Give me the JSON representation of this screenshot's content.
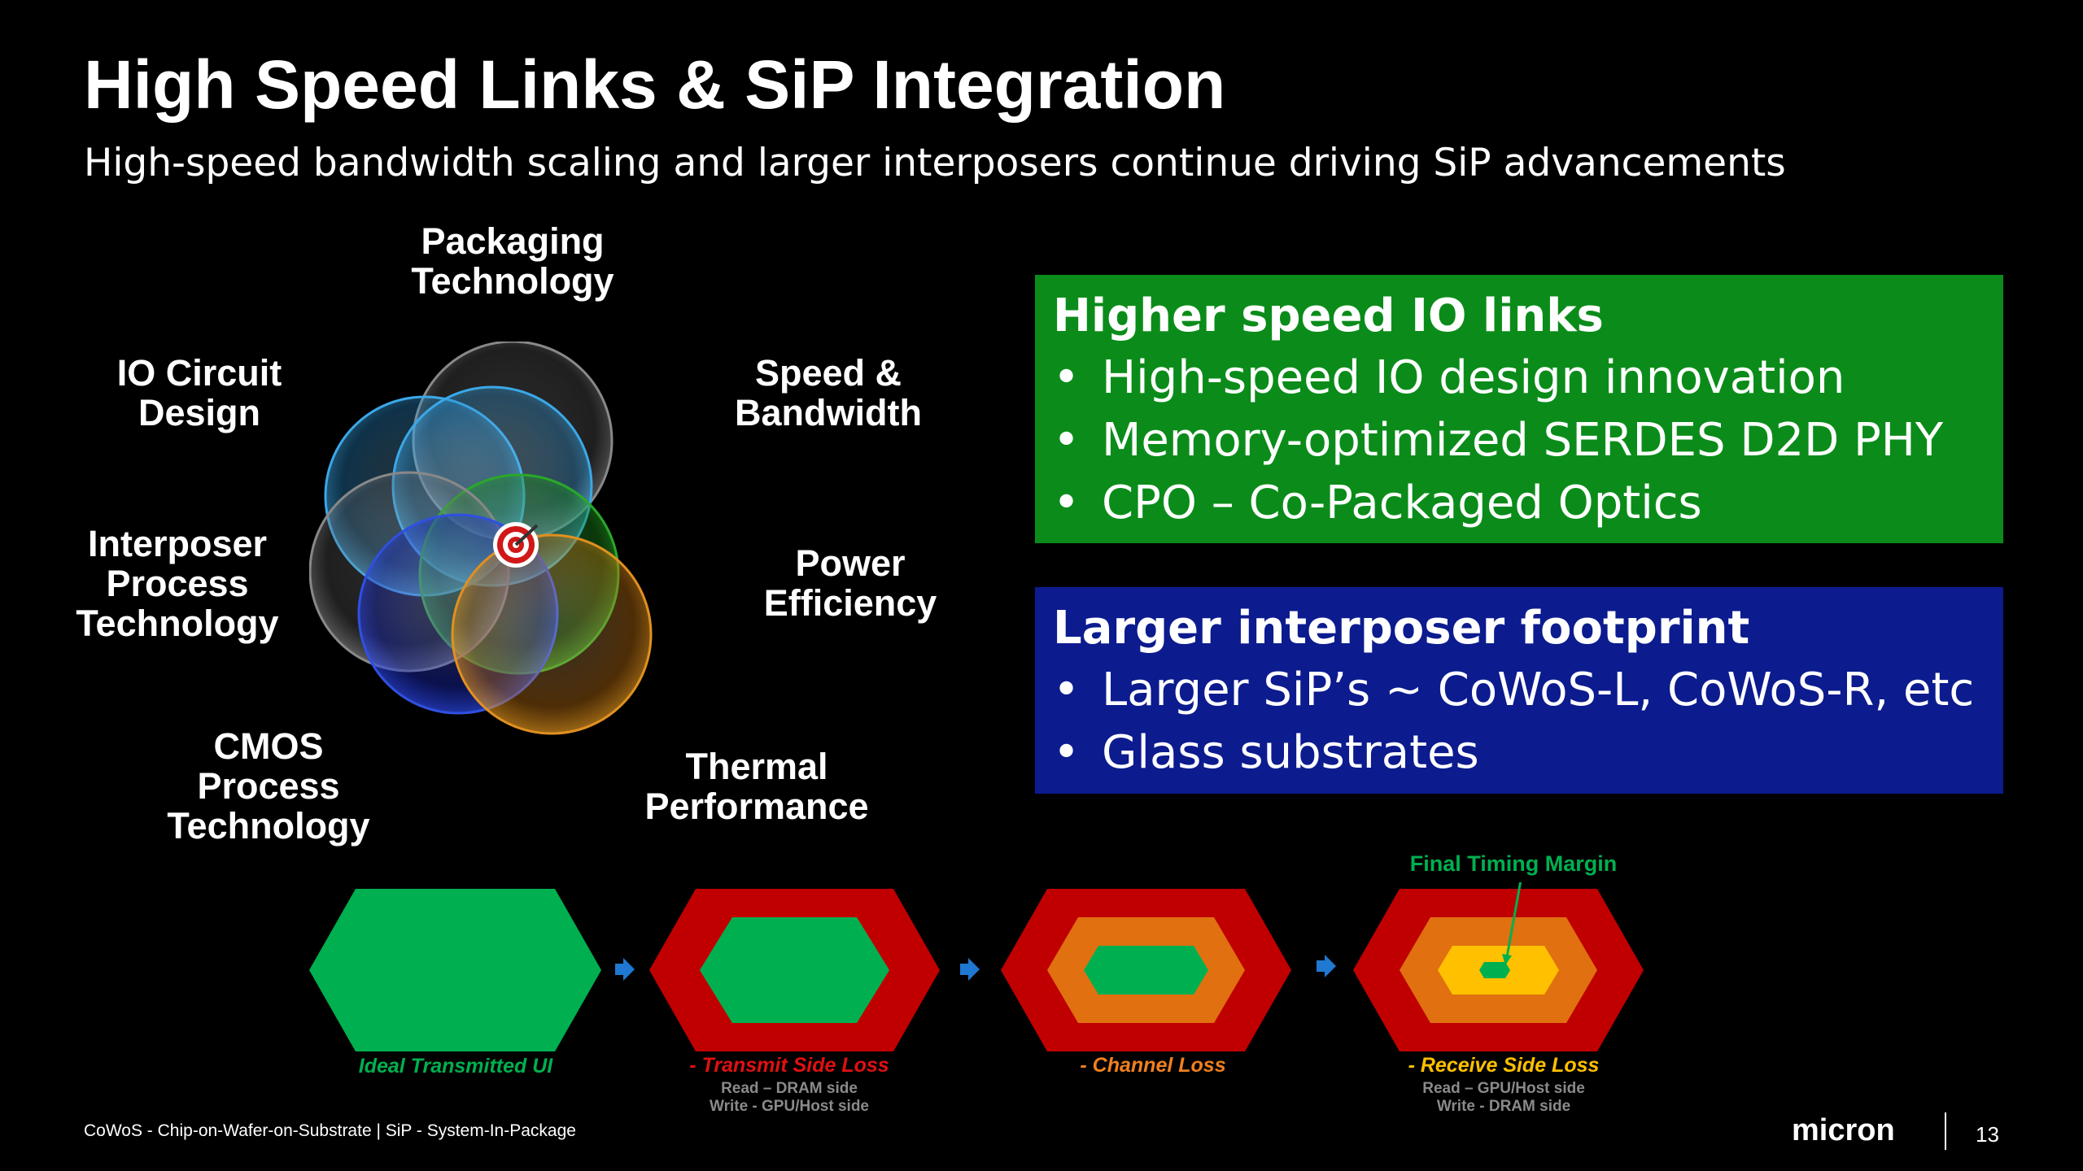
{
  "slide": {
    "title": "High Speed Links & SiP Integration",
    "subtitle": "High-speed bandwidth scaling and larger interposers continue driving SiP advancements"
  },
  "flower_labels": {
    "packaging": [
      "Packaging",
      "Technology"
    ],
    "io_circuit": [
      "IO Circuit",
      "Design"
    ],
    "speed": [
      "Speed &",
      "Bandwidth"
    ],
    "interposer": [
      "Interposer",
      "Process",
      "Technology"
    ],
    "power": [
      "Power",
      "Efficiency"
    ],
    "cmos": [
      "CMOS",
      "Process",
      "Technology"
    ],
    "thermal": [
      "Thermal",
      "Performance"
    ]
  },
  "box_green": {
    "heading": "Higher speed IO links",
    "bullets": [
      "High-speed IO design innovation",
      "Memory-optimized SERDES D2D PHY",
      "CPO – Co-Packaged Optics"
    ],
    "color": "#0b8c1a"
  },
  "box_blue": {
    "heading": "Larger interposer footprint",
    "bullets": [
      "Larger SiP’s ~ CoWoS-L, CoWoS-R, etc",
      "Glass substrates"
    ],
    "color": "#0c1b8e"
  },
  "timing": {
    "final_margin_label": "Final Timing Margin",
    "stages": [
      {
        "caption": "Ideal Transmitted UI",
        "caption_color": "#00b050",
        "sublines": []
      },
      {
        "caption": "- Transmit Side Loss",
        "caption_color": "#e01010",
        "sublines": [
          "Read – DRAM side",
          "Write - GPU/Host side"
        ]
      },
      {
        "caption": "- Channel Loss",
        "caption_color": "#f08020",
        "sublines": []
      },
      {
        "caption": "- Receive Side Loss",
        "caption_color": "#ffc000",
        "sublines": [
          "Read – GPU/Host side",
          "Write - DRAM side"
        ]
      }
    ],
    "colors": {
      "green": "#00b050",
      "red": "#c00000",
      "orange": "#e07010",
      "yellow": "#ffc000",
      "arrow": "#1f78d1"
    }
  },
  "footer": {
    "footnote": "CoWoS - Chip-on-Wafer-on-Substrate  |  SiP - System-In-Package",
    "logo_text": "micron",
    "page_number": "13"
  }
}
